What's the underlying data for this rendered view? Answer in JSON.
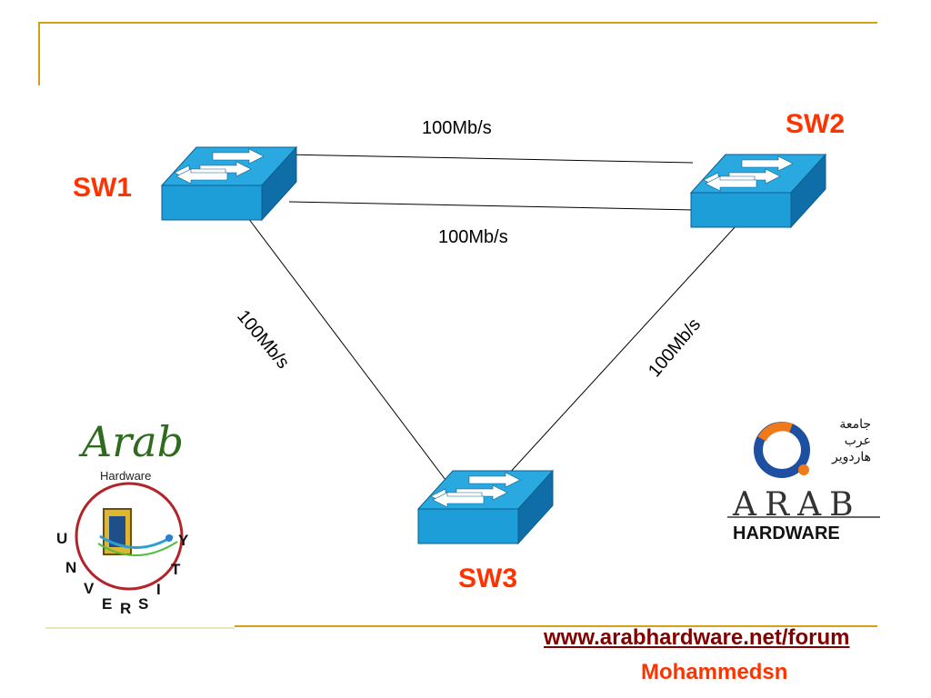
{
  "colors": {
    "accent_line": "#d4a017",
    "switch_label": "#ff3300",
    "switch_front": "#1e9ed8",
    "switch_top": "#1a8cc9",
    "switch_side": "#0f6ea8",
    "link_line": "#000000",
    "footer_link": "#800000",
    "footer_author": "#ff3300"
  },
  "diagram": {
    "switches": [
      {
        "id": "sw1",
        "label": "SW1",
        "icon": "network-switch-icon"
      },
      {
        "id": "sw2",
        "label": "SW2",
        "icon": "network-switch-icon"
      },
      {
        "id": "sw3",
        "label": "SW3",
        "icon": "network-switch-icon"
      }
    ],
    "links": [
      {
        "from": "SW1",
        "to": "SW2",
        "label": "100Mb/s"
      },
      {
        "from": "SW1",
        "to": "SW2",
        "label": "100Mb/s"
      },
      {
        "from": "SW1",
        "to": "SW3",
        "label": "100Mb/s"
      },
      {
        "from": "SW2",
        "to": "SW3",
        "label": "100Mb/s"
      }
    ]
  },
  "logos": {
    "left": {
      "script_word": "Arab",
      "subtitle": "Hardware",
      "arc_letters": [
        "U",
        "N",
        "V",
        "E",
        "R",
        "S",
        "I",
        "T",
        "Y"
      ]
    },
    "right": {
      "arabic_lines": [
        "جامعة",
        "عرب",
        "هاردوير"
      ],
      "wordmark": "ARAB",
      "tagline": "HARDWARE"
    }
  },
  "footer": {
    "link": "www.arabhardware.net/forum",
    "author": "Mohammedsn"
  }
}
